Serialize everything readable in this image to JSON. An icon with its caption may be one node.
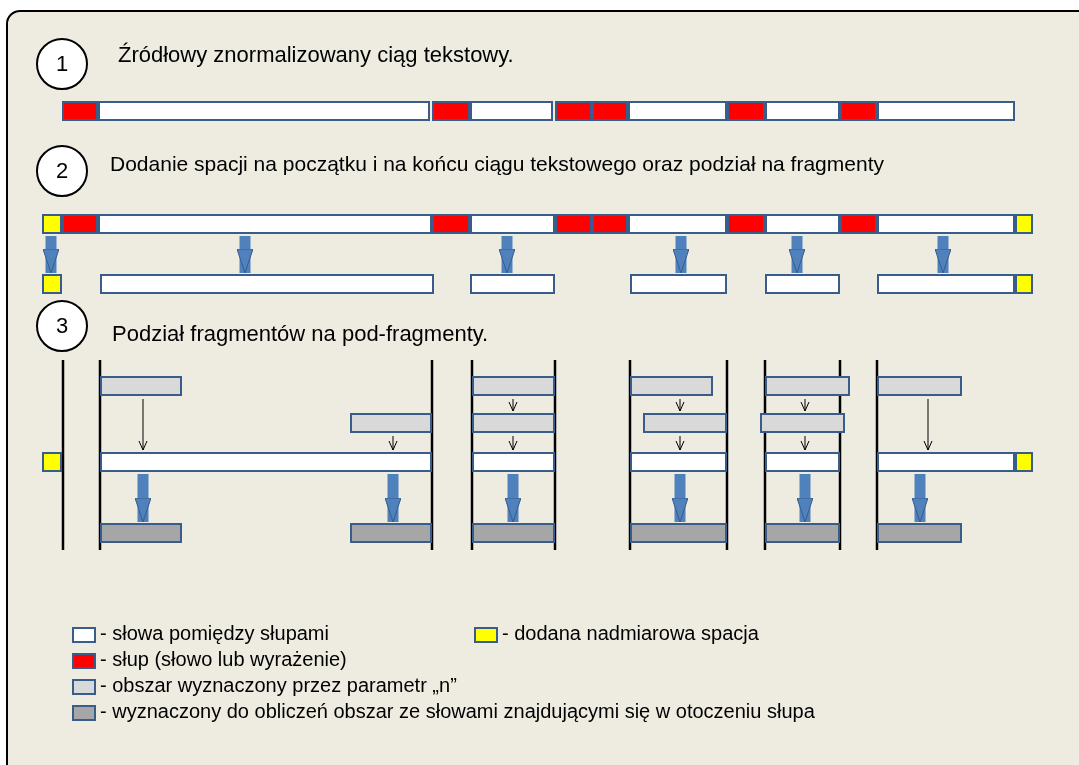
{
  "diagram": {
    "nodes": [
      {
        "text": [
          "1"
        ]
      },
      {
        "text": [],
        "shape": "bar"
      },
      {
        "text": [],
        "shape": "bar"
      },
      {
        "text": [],
        "shape": "bar"
      },
      {
        "text": [],
        "shape": "bar"
      },
      {
        "text": [],
        "shape": "bar"
      },
      {
        "text": [],
        "shape": "bar"
      },
      {
        "text": [],
        "shape": "bar"
      },
      {
        "text": [],
        "shape": "bar"
      },
      {
        "text": [],
        "shape": "bar"
      },
      {
        "text": [],
        "shape": "bar"
      },
      {
        "text": [],
        "shape": "bar"
      },
      {
        "text": [
          "2"
        ]
      },
      {
        "text": [],
        "shape": "bar"
      },
      {
        "text": [],
        "shape": "bar"
      },
      {
        "text": [],
        "shape": "bar"
      },
      {
        "text": [],
        "shape": "bar"
      },
      {
        "text": [],
        "shape": "bar"
      },
      {
        "text": [],
        "shape": "bar"
      },
      {
        "text": [],
        "shape": "bar"
      },
      {
        "text": [],
        "shape": "bar"
      },
      {
        "text": [],
        "shape": "bar"
      },
      {
        "text": [],
        "shape": "bar"
      },
      {
        "text": [],
        "shape": "bar"
      },
      {
        "text": [],
        "shape": "bar"
      },
      {
        "text": [],
        "shape": "bar"
      },
      {
        "text": [],
        "shape": "bar"
      },
      {
        "text": [],
        "shape": "bar"
      },
      {
        "text": [],
        "shape": "bar"
      },
      {
        "text": [],
        "shape": "bar"
      },
      {
        "text": [],
        "shape": "bar"
      },
      {
        "text": [],
        "shape": "bar"
      },
      {
        "text": [],
        "shape": "bar"
      },
      {
        "text": [
          "3"
        ]
      },
      {
        "text": [],
        "shape": "bar"
      },
      {
        "text": [],
        "shape": "bar"
      },
      {
        "text": [],
        "shape": "bar"
      },
      {
        "text": [],
        "shape": "bar"
      },
      {
        "text": [],
        "shape": "bar"
      },
      {
        "text": [],
        "shape": "bar"
      },
      {
        "text": [],
        "shape": "bar"
      },
      {
        "text": [],
        "shape": "bar"
      },
      {
        "text": [],
        "shape": "bar"
      },
      {
        "text": [],
        "shape": "bar"
      },
      {
        "text": [],
        "shape": "bar"
      },
      {
        "text": [],
        "shape": "bar"
      },
      {
        "text": [],
        "shape": "bar"
      },
      {
        "text": [],
        "shape": "bar"
      },
      {
        "text": [],
        "shape": "bar"
      },
      {
        "text": [],
        "shape": "bar"
      },
      {
        "text": [],
        "shape": "bar"
      },
      {
        "text": [],
        "shape": "bar"
      },
      {
        "text": [],
        "shape": "bar"
      },
      {
        "text": [],
        "shape": "bar"
      },
      {
        "text": [],
        "shape": "bar"
      },
      {
        "text": [],
        "shape": "bar"
      }
    ],
    "edges": [
      {
        "from": 13,
        "to": 26,
        "arrow": "to"
      },
      {
        "from": 15,
        "to": 27,
        "arrow": "to"
      },
      {
        "from": 17,
        "to": 28,
        "arrow": "to"
      },
      {
        "from": 20,
        "to": 29,
        "arrow": "to"
      },
      {
        "from": 22,
        "to": 30,
        "arrow": "to"
      },
      {
        "from": 24,
        "to": 31,
        "arrow": "to"
      },
      {
        "from": 34,
        "to": 44,
        "arrow": "to",
        "color": "#000000"
      },
      {
        "from": 39,
        "to": 44,
        "arrow": "to",
        "color": "#000000"
      },
      {
        "from": 35,
        "to": 40,
        "arrow": "to",
        "color": "#000000"
      },
      {
        "from": 40,
        "to": 45,
        "arrow": "to",
        "color": "#000000"
      },
      {
        "from": 36,
        "to": 41,
        "arrow": "to",
        "color": "#000000"
      },
      {
        "from": 41,
        "to": 46,
        "arrow": "to",
        "color": "#000000"
      },
      {
        "from": 37,
        "to": 42,
        "arrow": "to",
        "color": "#000000"
      },
      {
        "from": 42,
        "to": 47,
        "arrow": "to",
        "color": "#000000"
      },
      {
        "from": 38,
        "to": 48,
        "arrow": "to",
        "color": "#000000"
      },
      {
        "from": 44,
        "to": 50,
        "arrow": "to"
      },
      {
        "from": 44,
        "to": 51,
        "arrow": "to"
      },
      {
        "from": 45,
        "to": 52,
        "arrow": "to"
      },
      {
        "from": 46,
        "to": 53,
        "arrow": "to"
      },
      {
        "from": 47,
        "to": 54,
        "arrow": "to"
      },
      {
        "from": 48,
        "to": 55,
        "arrow": "to"
      }
    ],
    "labels": [
      "Źródłowy znormalizowany ciąg tekstowy.",
      "Dodanie spacji na początku i na końcu ciągu tekstowego oraz podział na fragmenty",
      "Podział fragmentów na pod-fragmenty."
    ],
    "legend": [
      {
        "text": "- słowa pomiędzy słupami",
        "color": "#ffffff"
      },
      {
        "text": "- dodana nadmiarowa spacja",
        "color": "#ffff00"
      },
      {
        "text": "- słup (słowo lub wyrażenie)",
        "color": "#ff0000"
      },
      {
        "text": "- obszar wyznaczony przez parametr „n”",
        "color": "#d9d9d9"
      },
      {
        "text": "- wyznaczony do obliczeń obszar ze słowami znajdującymi się w otoczeniu słupa",
        "color": "#a6a6a6"
      }
    ]
  }
}
